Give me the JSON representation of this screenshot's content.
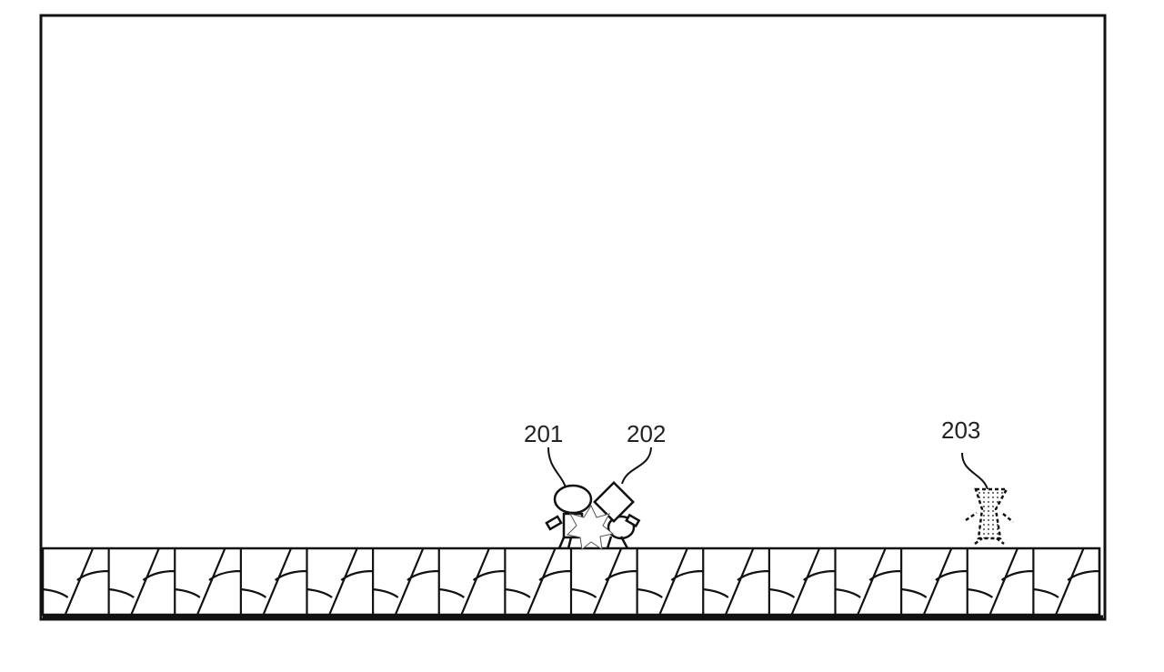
{
  "labels": {
    "player_character": "201",
    "enemy_character": "202",
    "faded_character": "203"
  },
  "ground": {
    "tile_count": 16
  },
  "colors": {
    "stroke": "#111111",
    "background": "#ffffff"
  }
}
